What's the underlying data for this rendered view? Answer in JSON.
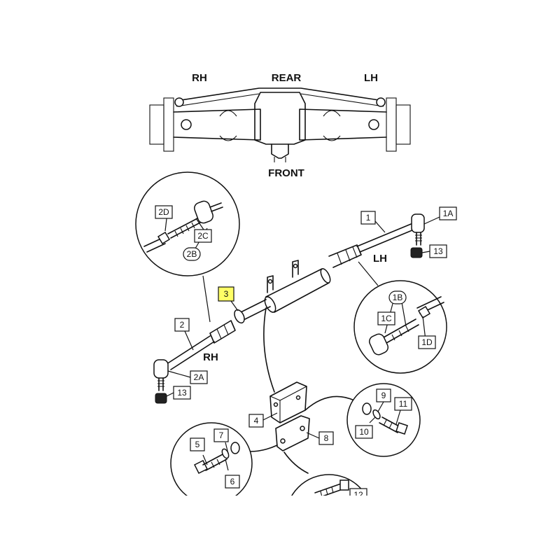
{
  "headings": {
    "rh_top": "RH",
    "rear": "REAR",
    "lh_top": "LH",
    "front": "FRONT",
    "lh_side": "LH",
    "rh_side": "RH"
  },
  "callouts": {
    "c1": "1",
    "c1A": "1A",
    "c1B": "1B",
    "c1C": "1C",
    "c1D": "1D",
    "c2": "2",
    "c2A": "2A",
    "c2B": "2B",
    "c2C": "2C",
    "c2D": "2D",
    "c3": "3",
    "c4": "4",
    "c5": "5",
    "c6": "6",
    "c7": "7",
    "c8": "8",
    "c9": "9",
    "c10": "10",
    "c11": "11",
    "c12": "12",
    "c13a": "13",
    "c13b": "13"
  },
  "colors": {
    "highlight": "#ffff66",
    "ink": "#111111"
  }
}
